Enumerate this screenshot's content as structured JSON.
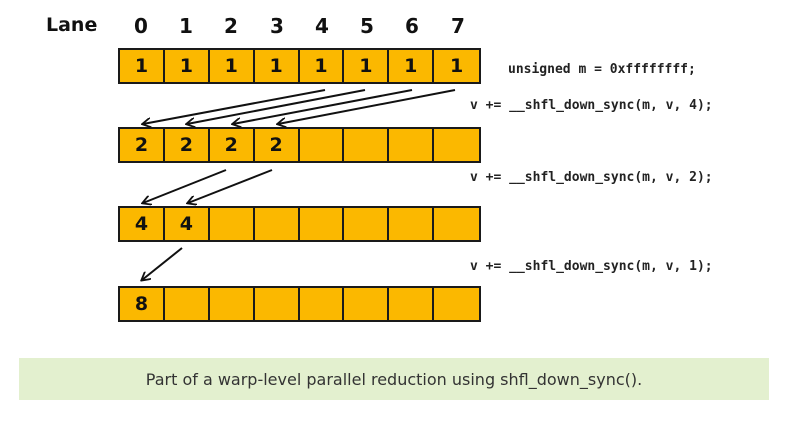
{
  "lane_label": "Lane",
  "lanes": [
    "0",
    "1",
    "2",
    "3",
    "4",
    "5",
    "6",
    "7"
  ],
  "rows": [
    {
      "values": [
        "1",
        "1",
        "1",
        "1",
        "1",
        "1",
        "1",
        "1"
      ]
    },
    {
      "values": [
        "2",
        "2",
        "2",
        "2",
        "",
        "",
        "",
        ""
      ]
    },
    {
      "values": [
        "4",
        "4",
        "",
        "",
        "",
        "",
        "",
        ""
      ]
    },
    {
      "values": [
        "8",
        "",
        "",
        "",
        "",
        "",
        "",
        ""
      ]
    }
  ],
  "code_lines": [
    "unsigned m = 0xffffffff;",
    "v += __shfl_down_sync(m, v, 4);",
    "v += __shfl_down_sync(m, v, 2);",
    "v += __shfl_down_sync(m, v, 1);"
  ],
  "caption": "Part of a warp-level parallel reduction using shfl_down_sync().",
  "colors": {
    "cell_fill": "#fbb800",
    "caption_background": "#e3f0cf"
  }
}
